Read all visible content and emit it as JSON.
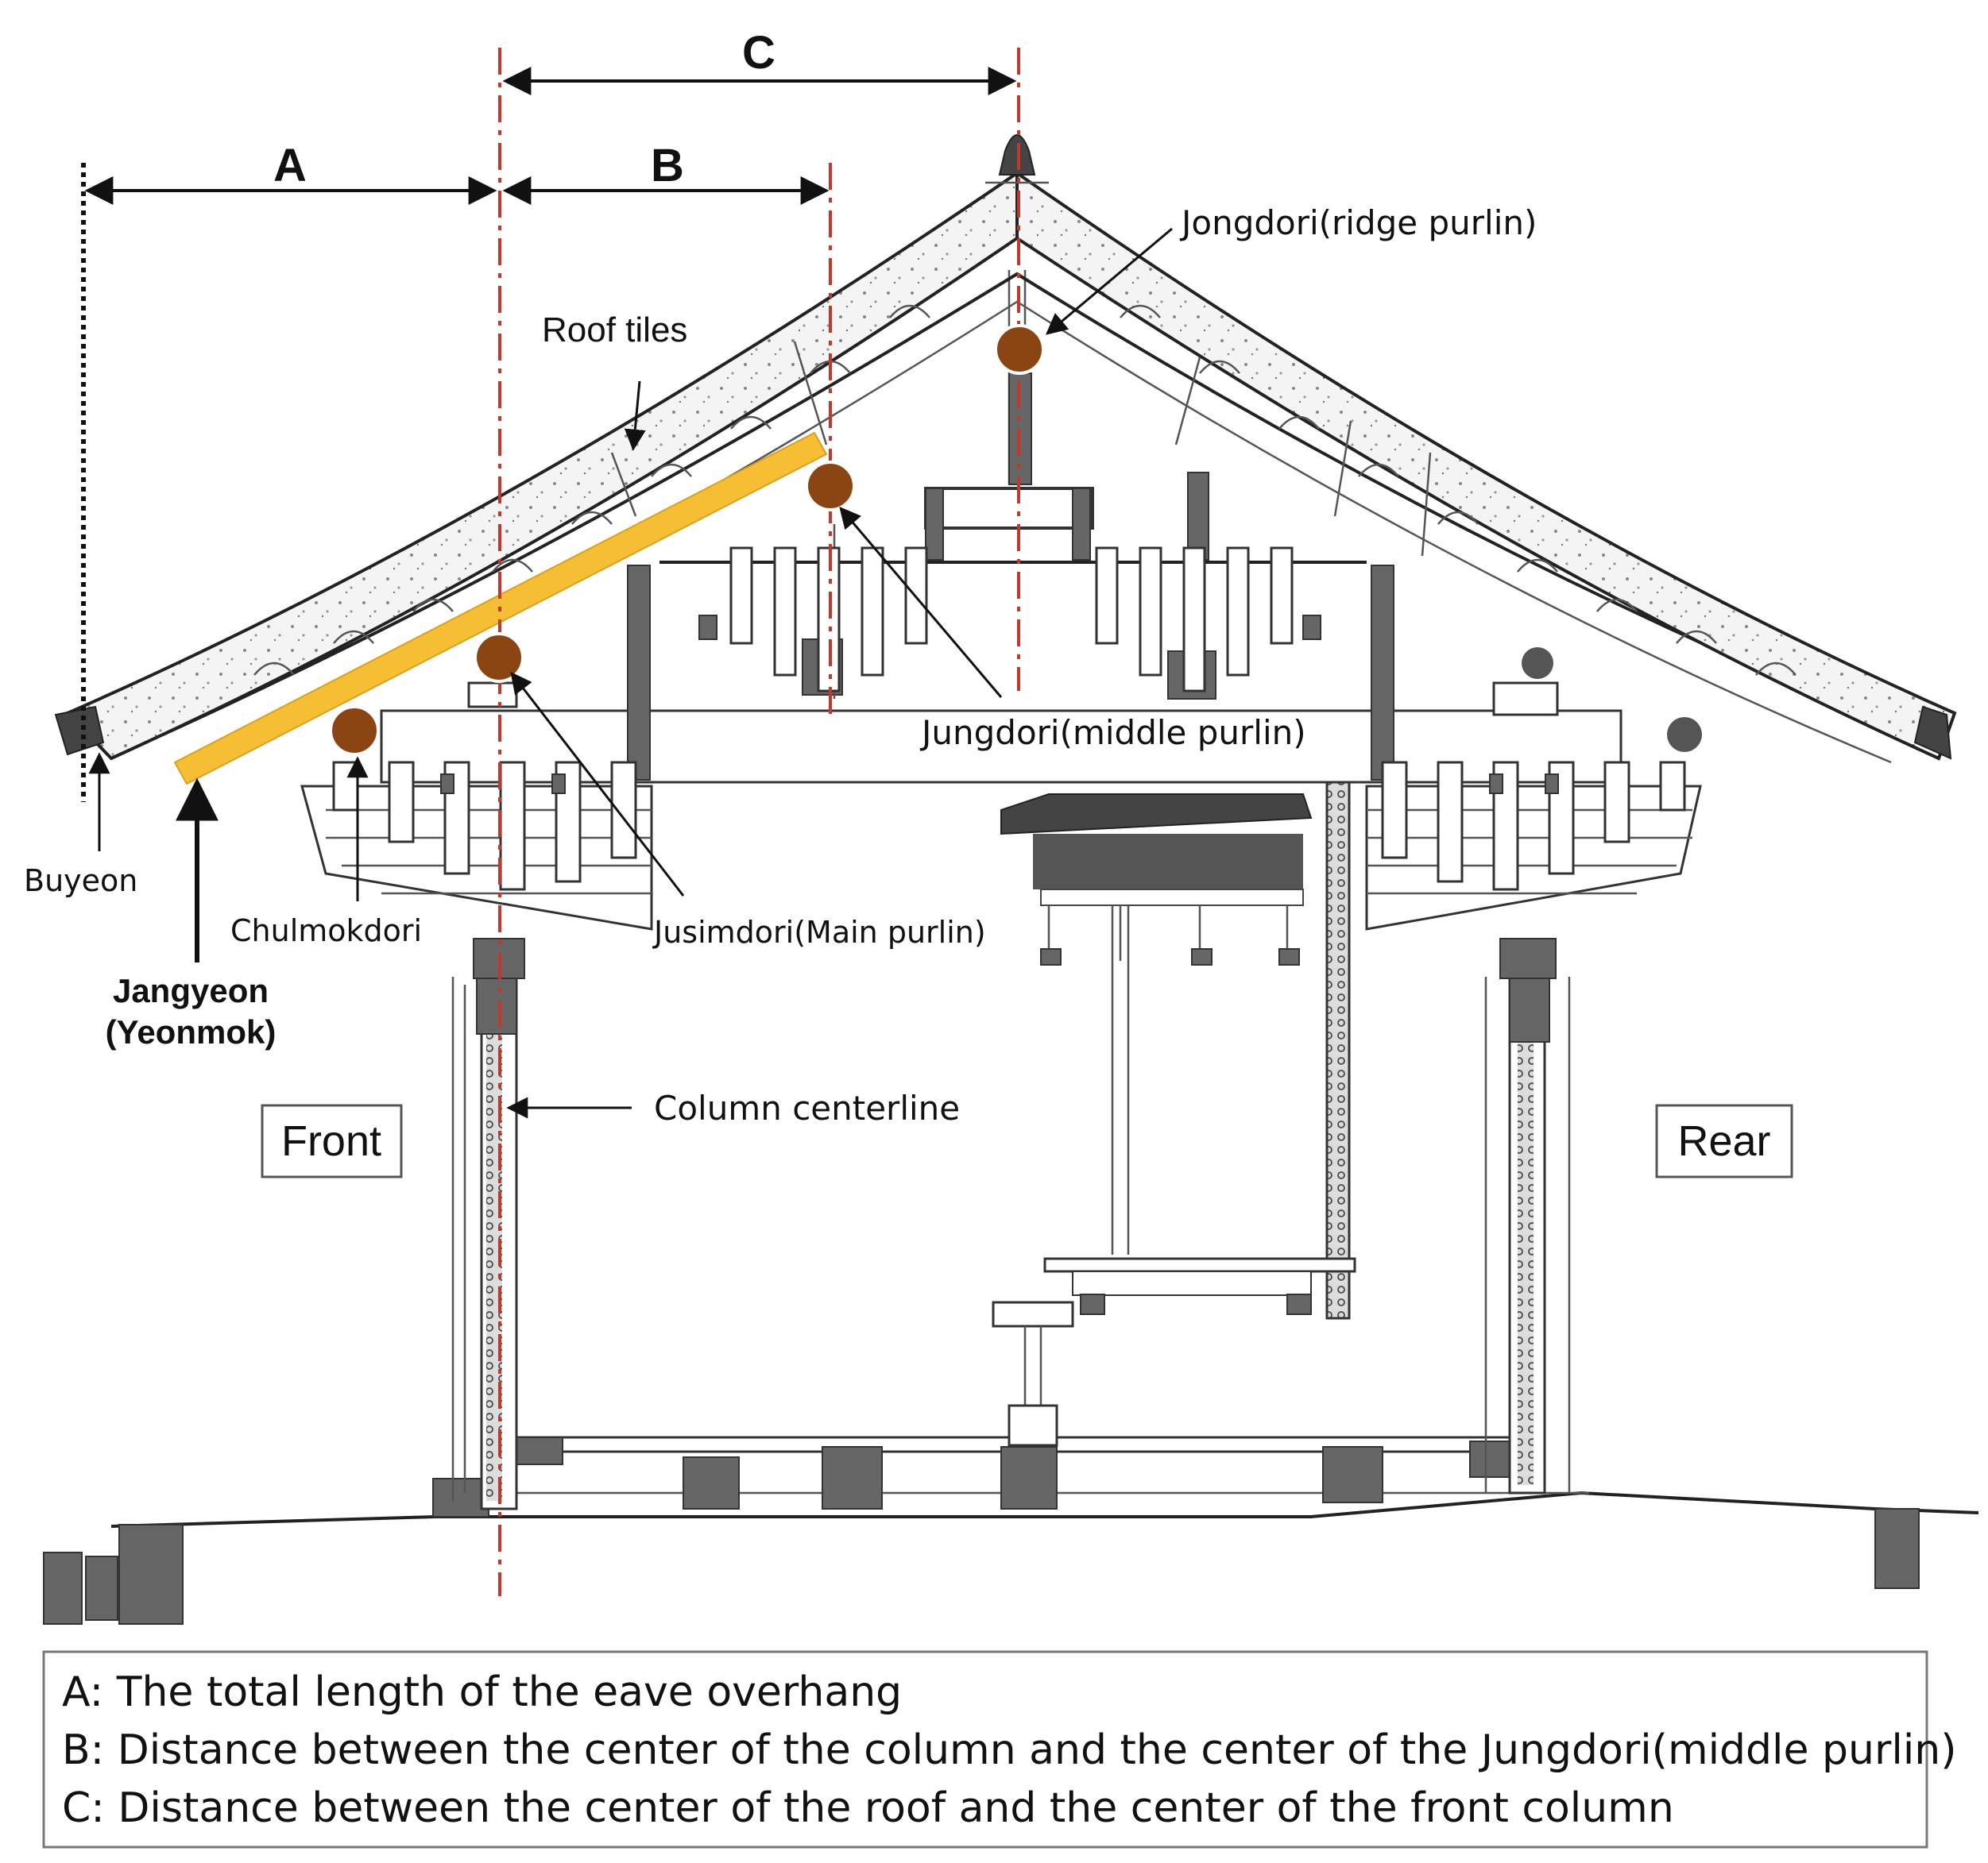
{
  "dimensions": {
    "a": "A",
    "b": "B",
    "c": "C"
  },
  "labels": {
    "roof_tiles": "Roof tiles",
    "jongdori": "Jongdori(ridge purlin)",
    "jungdori": "Jungdori(middle purlin)",
    "jusimdori": "Jusimdori(Main purlin)",
    "chulmokdori": "Chulmokdori",
    "buyeon": "Buyeon",
    "jangyeon_line1": "Jangyeon",
    "jangyeon_line2": "(Yeonmok)",
    "column_centerline": "Column centerline",
    "front": "Front",
    "rear": "Rear"
  },
  "legend": {
    "items": [
      "A: The total length of the eave overhang",
      "B: Distance between the center of the column and the center of the Jungdori(middle purlin)",
      "C: Distance between the center of the roof and the center of the front column"
    ]
  },
  "colors": {
    "purlin_marker": "#8B4513",
    "rafter_highlight": "#F5BE33",
    "centerline": "#C0392B"
  }
}
